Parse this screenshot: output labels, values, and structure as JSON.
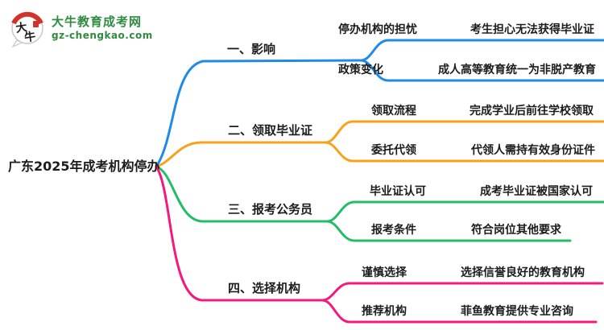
{
  "logo": {
    "icon_char_1": "大",
    "icon_char_2": "牛",
    "title": "大牛教育成考网",
    "domain": "gz-chengkao.com",
    "green": "#2e8b3f",
    "red": "#d2332a"
  },
  "root": {
    "label": "广东2025年成考机构停办"
  },
  "branches": [
    {
      "label": "一、影响",
      "color": "#1f8be8",
      "children": [
        {
          "label": "停办机构的担忧",
          "desc": "考生担心无法获得毕业证"
        },
        {
          "label": "政策变化",
          "desc": "成人高等教育统一为非脱产教育"
        }
      ]
    },
    {
      "label": "二、领取毕业证",
      "color": "#f9a11b",
      "children": [
        {
          "label": "领取流程",
          "desc": "完成学业后前往学校领取"
        },
        {
          "label": "委托代领",
          "desc": "代领人需持有效身份证件"
        }
      ]
    },
    {
      "label": "三、报考公务员",
      "color": "#23bd67",
      "children": [
        {
          "label": "毕业证认可",
          "desc": "成考毕业证被国家认可"
        },
        {
          "label": "报考条件",
          "desc": "符合岗位其他要求"
        }
      ]
    },
    {
      "label": "四、选择机构",
      "color": "#f4197c",
      "children": [
        {
          "label": "谨慎选择",
          "desc": "选择信誉良好的教育机构"
        },
        {
          "label": "推荐机构",
          "desc": "菲鱼教育提供专业咨询"
        }
      ]
    }
  ]
}
